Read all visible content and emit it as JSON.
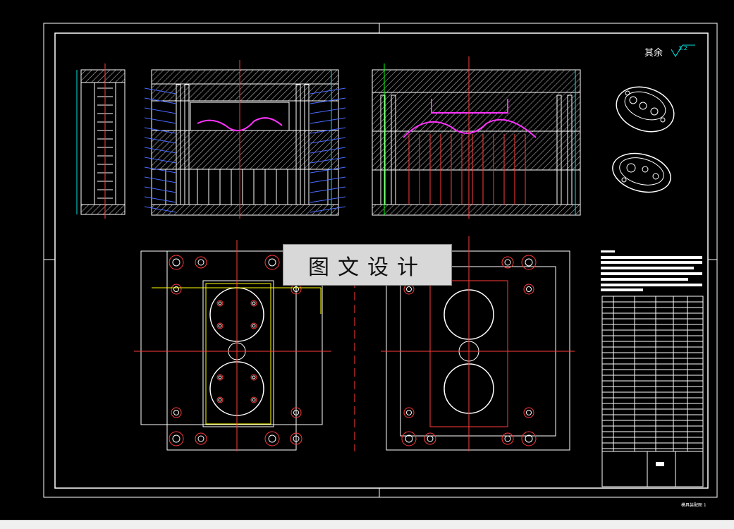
{
  "drawing": {
    "title_block_note": "其余",
    "roughness_value": "3.2",
    "watermark": "图文设计",
    "sheet_label": "模具装配图 1"
  },
  "colors": {
    "background": "#000000",
    "outline": "#ffffff",
    "centerline": "#ff3b3b",
    "part": "#ff33ff",
    "leader": "#4a6bff",
    "dimension": "#00e5e5",
    "highlight": "#ffff00"
  },
  "views": [
    {
      "name": "side-section-view"
    },
    {
      "name": "main-section-view"
    },
    {
      "name": "cross-section-view"
    },
    {
      "name": "moving-half-plan-view"
    },
    {
      "name": "fixed-half-plan-view"
    },
    {
      "name": "product-isometric-top"
    },
    {
      "name": "product-isometric-bottom"
    }
  ]
}
